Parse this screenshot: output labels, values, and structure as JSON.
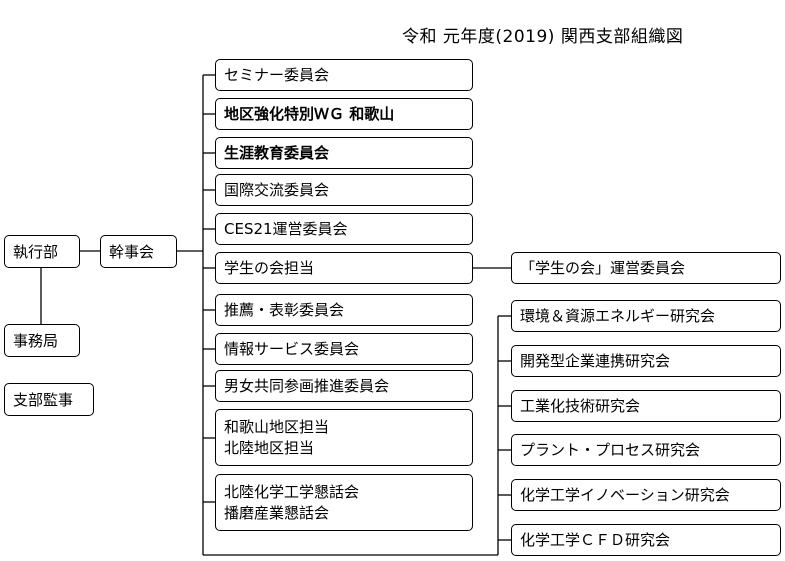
{
  "title": "令和 元年度(2019) 関西支部組織図",
  "left": {
    "executive": "執行部",
    "secretariat": "事務局",
    "auditor": "支部監事",
    "board": "幹事会"
  },
  "committees": [
    "セミナー委員会",
    "地区強化特別ＷＧ 和歌山",
    "生涯教育委員会",
    "国際交流委員会",
    "CES21運営委員会",
    "学生の会担当",
    "推薦・表彰委員会",
    "情報サービス委員会",
    "男女共同参画推進委員会"
  ],
  "regional": [
    "和歌山地区担当",
    "北陸地区担当"
  ],
  "forums": [
    "北陸化学工学懇話会",
    "播磨産業懇話会"
  ],
  "student_committee": "「学生の会」運営委員会",
  "research": [
    "環境＆資源エネルギー研究会",
    "開発型企業連携研究会",
    "工業化技術研究会",
    "プラント・プロセス研究会",
    "化学工学イノベーション研究会",
    "化学工学ＣＦＤ研究会"
  ]
}
